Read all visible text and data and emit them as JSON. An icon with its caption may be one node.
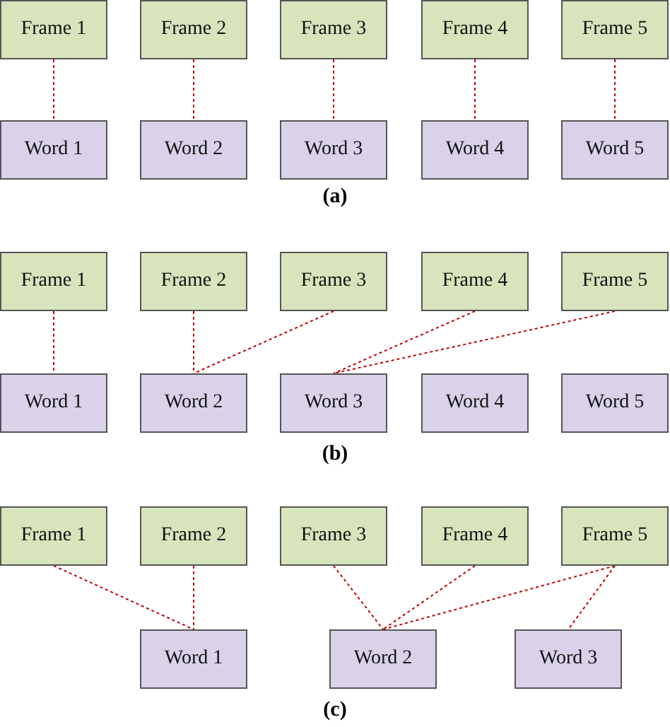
{
  "diagram": {
    "nodes": [
      {
        "text": [
          "Frame 1"
        ]
      },
      {
        "text": [
          "Frame 2"
        ]
      },
      {
        "text": [
          "Frame 3"
        ]
      },
      {
        "text": [
          "Frame 4"
        ]
      },
      {
        "text": [
          "Frame 5"
        ]
      },
      {
        "text": [
          "Word 1"
        ]
      },
      {
        "text": [
          "Word 2"
        ]
      },
      {
        "text": [
          "Word 3"
        ]
      },
      {
        "text": [
          "Word 4"
        ]
      },
      {
        "text": [
          "Word 5"
        ]
      },
      {
        "text": [
          "Frame 1"
        ]
      },
      {
        "text": [
          "Frame 2"
        ]
      },
      {
        "text": [
          "Frame 3"
        ]
      },
      {
        "text": [
          "Frame 4"
        ]
      },
      {
        "text": [
          "Frame 5"
        ]
      },
      {
        "text": [
          "Word 1"
        ]
      },
      {
        "text": [
          "Word 2"
        ]
      },
      {
        "text": [
          "Word 3"
        ]
      },
      {
        "text": [
          "Word 4"
        ]
      },
      {
        "text": [
          "Word 5"
        ]
      },
      {
        "text": [
          "Frame 1"
        ]
      },
      {
        "text": [
          "Frame 2"
        ]
      },
      {
        "text": [
          "Frame 3"
        ]
      },
      {
        "text": [
          "Frame 4"
        ]
      },
      {
        "text": [
          "Frame 5"
        ]
      },
      {
        "text": [
          "Word 1"
        ]
      },
      {
        "text": [
          "Word 2"
        ]
      },
      {
        "text": [
          "Word 3"
        ]
      }
    ],
    "edges": [
      {
        "from": 0,
        "to": 5,
        "arrow": "none",
        "style": "dashed"
      },
      {
        "from": 1,
        "to": 6,
        "arrow": "none",
        "style": "dashed"
      },
      {
        "from": 2,
        "to": 7,
        "arrow": "none",
        "style": "dashed"
      },
      {
        "from": 3,
        "to": 8,
        "arrow": "none",
        "style": "dashed"
      },
      {
        "from": 4,
        "to": 9,
        "arrow": "none",
        "style": "dashed"
      },
      {
        "from": 10,
        "to": 15,
        "arrow": "none",
        "style": "dashed"
      },
      {
        "from": 11,
        "to": 16,
        "arrow": "none",
        "style": "dashed"
      },
      {
        "from": 12,
        "to": 16,
        "arrow": "none",
        "style": "dashed"
      },
      {
        "from": 13,
        "to": 17,
        "arrow": "none",
        "style": "dashed"
      },
      {
        "from": 14,
        "to": 17,
        "arrow": "none",
        "style": "dashed"
      },
      {
        "from": 20,
        "to": 25,
        "arrow": "none",
        "style": "dashed"
      },
      {
        "from": 21,
        "to": 25,
        "arrow": "none",
        "style": "dashed"
      },
      {
        "from": 22,
        "to": 26,
        "arrow": "none",
        "style": "dashed"
      },
      {
        "from": 23,
        "to": 26,
        "arrow": "none",
        "style": "dashed"
      },
      {
        "from": 24,
        "to": 26,
        "arrow": "none",
        "style": "dashed"
      },
      {
        "from": 24,
        "to": 27,
        "arrow": "none",
        "style": "dashed"
      }
    ],
    "labels": [
      "(a)",
      "(b)",
      "(c)"
    ]
  }
}
